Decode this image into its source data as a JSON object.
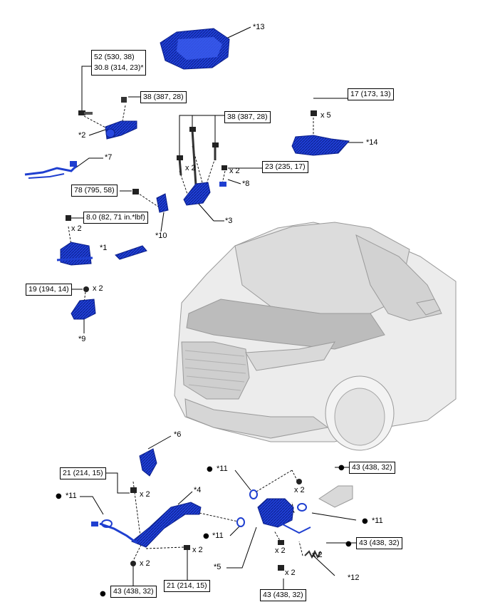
{
  "callouts": {
    "c1": "*1",
    "c2": "*2",
    "c3": "*3",
    "c4": "*4",
    "c5": "*5",
    "c6": "*6",
    "c7": "*7",
    "c8": "*8",
    "c9": "*9",
    "c10": "*10",
    "c11a": "*11",
    "c11b": "*11",
    "c11c": "*11",
    "c11d": "*11",
    "c12": "*12",
    "c13": "*13",
    "c14": "*14"
  },
  "torques": {
    "t52": "52 (530, 38)",
    "t30": "30.8 (314, 23)*",
    "t38a": "38 (387, 28)",
    "t17": "17 (173, 13)",
    "t38b": "38 (387, 28)",
    "t23": "23 (235, 17)",
    "t78": "78 (795, 58)",
    "t8": "8.0 (82, 71 in.*lbf)",
    "t19": "19 (194, 14)",
    "t21a": "21 (214, 15)",
    "t43a": "43 (438, 32)",
    "t43b": "43 (438, 32)",
    "t43c": "43 (438, 32)",
    "t21b": "21 (214, 15)",
    "t43d": "43 (438, 32)"
  },
  "quantities": {
    "q5": "x 5",
    "q2a": "x 2",
    "q2b": "x 2",
    "q2c": "x 2",
    "q2d": "x 2",
    "q2e": "x 2",
    "q2f": "x 2",
    "q2g": "x 2",
    "q2h": "x 2",
    "q2i": "x 2",
    "q2j": "x 2",
    "q2k": "x 2"
  },
  "symbols": {
    "bullet": "●"
  },
  "colors": {
    "part_blue": "#1f3fd0",
    "part_dark": "#0b1f8a",
    "vehicle_gray": "#d8d8d8",
    "line": "#000000"
  }
}
